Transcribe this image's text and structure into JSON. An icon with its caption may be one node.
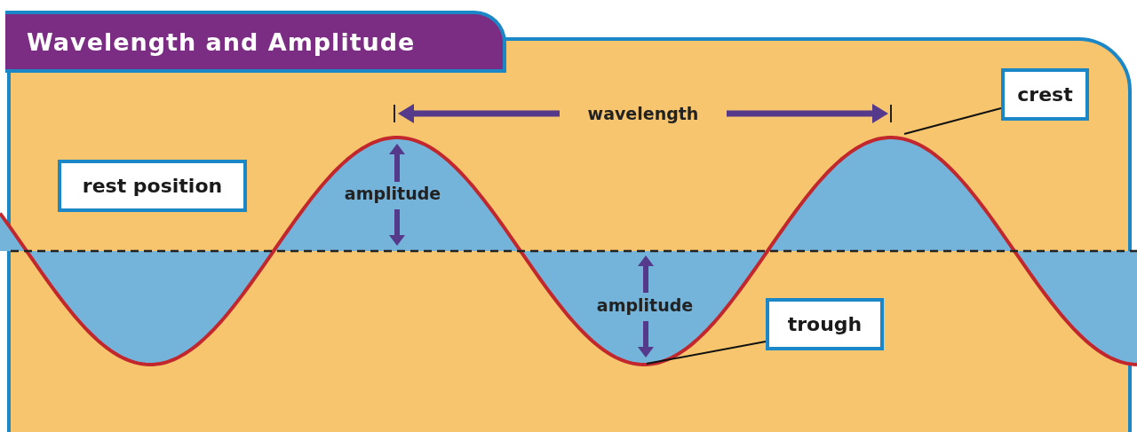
{
  "diagram": {
    "title": "Wavelength and Amplitude",
    "nodes": [
      {
        "text": [
          "rest position"
        ]
      },
      {
        "text": [
          "crest"
        ]
      },
      {
        "text": [
          "trough"
        ]
      }
    ],
    "edges": [
      {
        "from": 1,
        "to": null,
        "arrow": "none"
      },
      {
        "from": 2,
        "to": null,
        "arrow": "none"
      }
    ],
    "labels": [
      "wavelength",
      "amplitude",
      "amplitude"
    ]
  }
}
